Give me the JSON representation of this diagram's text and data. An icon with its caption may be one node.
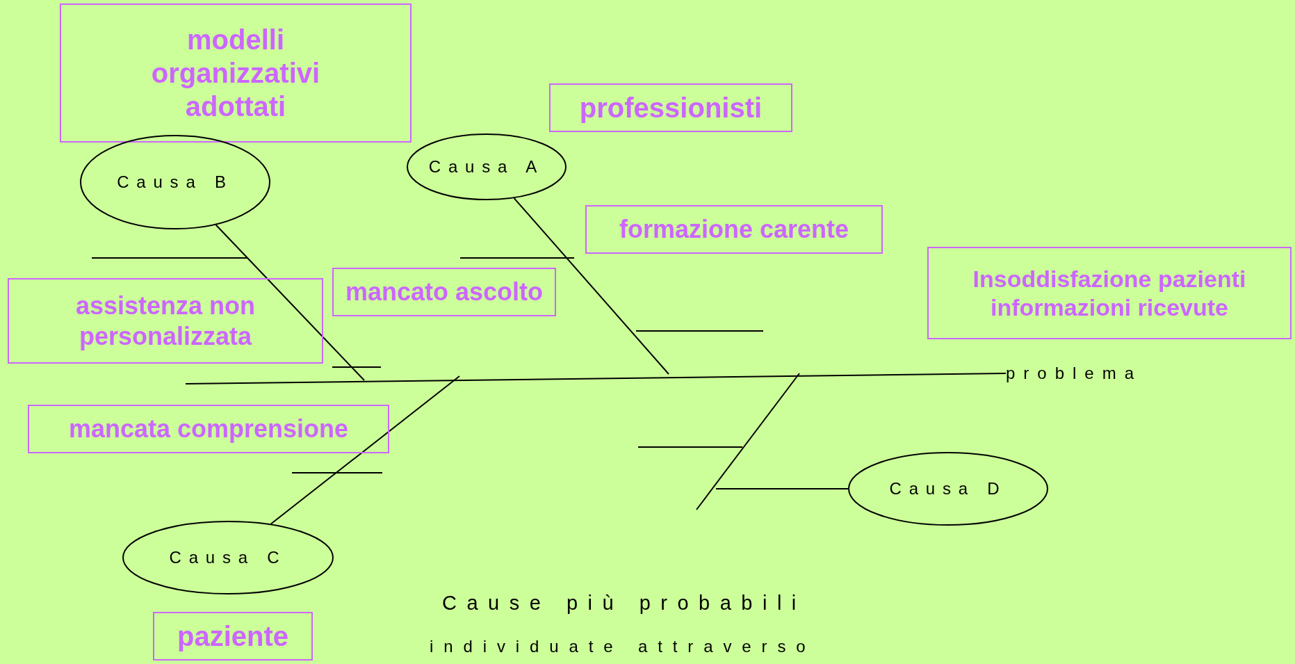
{
  "diagram": {
    "nodes": [
      {
        "text": [
          "modelli organizzativi adottati"
        ]
      },
      {
        "text": [
          "Causa B"
        ]
      },
      {
        "text": [
          "professionisti"
        ]
      },
      {
        "text": [
          "Causa A"
        ]
      },
      {
        "text": [
          "formazione carente"
        ]
      },
      {
        "text": [
          "Insoddisfazione pazienti informazioni ricevute"
        ]
      },
      {
        "text": [
          "assistenza non personalizzata"
        ]
      },
      {
        "text": [
          "mancato ascolto"
        ]
      },
      {
        "text": [
          "problema"
        ]
      },
      {
        "text": [
          "mancata comprensione"
        ]
      },
      {
        "text": [
          "Causa D"
        ]
      },
      {
        "text": [
          "Causa C"
        ]
      },
      {
        "text": [
          "paziente"
        ]
      }
    ],
    "edges": [
      {
        "from": 1,
        "to": null,
        "arrow": "none"
      },
      {
        "from": 3,
        "to": null,
        "arrow": "none"
      },
      {
        "from": 11,
        "to": null,
        "arrow": "none"
      },
      {
        "from": 10,
        "to": null,
        "arrow": "none"
      },
      {
        "from": null,
        "to": 8,
        "arrow": "none"
      }
    ],
    "labels": [
      "Cause più probabili",
      "individuate attraverso"
    ]
  }
}
